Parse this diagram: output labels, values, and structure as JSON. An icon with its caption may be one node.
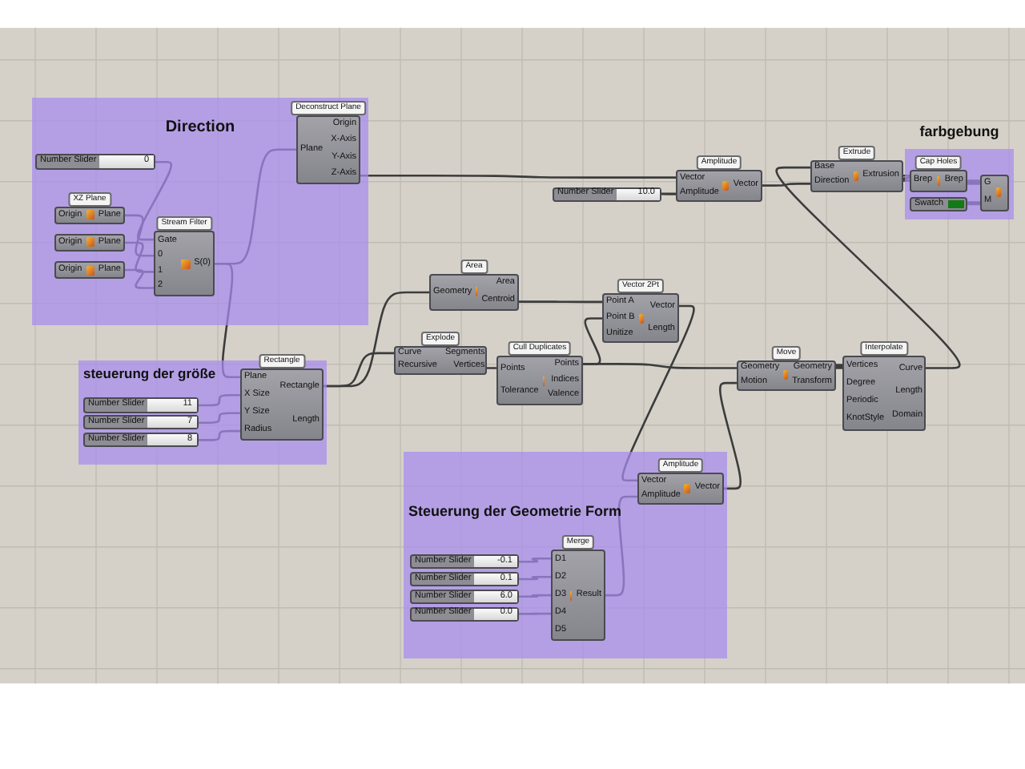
{
  "diagram": {
    "nodes": [
      {
        "text": [
          "Direction"
        ]
      },
      {
        "text": [
          "Number Slider",
          "0"
        ],
        "in": 0
      },
      {
        "text": [
          "Origin",
          "Plane"
        ],
        "in": 0,
        "beside": [
          "XZ Plane"
        ]
      },
      {
        "text": [
          "Origin",
          "Plane"
        ],
        "in": 0
      },
      {
        "text": [
          "Origin",
          "Plane"
        ],
        "in": 0
      },
      {
        "text": [
          "Gate",
          "0",
          "1",
          "2",
          "S(0)"
        ],
        "in": 0,
        "beside": [
          "Stream Filter"
        ]
      },
      {
        "text": [
          "Plane",
          "Origin",
          "X-Axis",
          "Y-Axis",
          "Z-Axis"
        ],
        "in": 0,
        "beside": [
          "Deconstruct Plane"
        ]
      },
      {
        "text": [
          "farbgebung"
        ]
      },
      {
        "text": [
          "Brep",
          "Brep"
        ],
        "in": 7,
        "beside": [
          "Cap Holes"
        ]
      },
      {
        "text": [
          "Swatch"
        ],
        "in": 7
      },
      {
        "text": [
          "G",
          "M"
        ],
        "in": 7
      },
      {
        "text": [
          "Vector",
          "Amplitude",
          "Vector"
        ],
        "beside": [
          "Amplitude"
        ]
      },
      {
        "text": [
          "Number Slider",
          "10.0"
        ]
      },
      {
        "text": [
          "Base",
          "Direction",
          "Extrusion"
        ],
        "beside": [
          "Extrude"
        ]
      },
      {
        "text": [
          "Geometry",
          "Area",
          "Centroid"
        ],
        "beside": [
          "Area"
        ]
      },
      {
        "text": [
          "Point A",
          "Point B",
          "Unitize",
          "Vector",
          "Length"
        ],
        "beside": [
          "Vector 2Pt"
        ]
      },
      {
        "text": [
          "steuerung der größe"
        ]
      },
      {
        "text": [
          "Plane",
          "X Size",
          "Y Size",
          "Radius",
          "Rectangle",
          "Length"
        ],
        "in": 16,
        "beside": [
          "Rectangle"
        ]
      },
      {
        "text": [
          "Number Slider",
          "11"
        ],
        "in": 16
      },
      {
        "text": [
          "Number Slider",
          "7"
        ],
        "in": 16
      },
      {
        "text": [
          "Number Slider",
          "8"
        ],
        "in": 16
      },
      {
        "text": [
          "Curve",
          "Recursive",
          "Segments",
          "Vertices"
        ],
        "beside": [
          "Explode"
        ]
      },
      {
        "text": [
          "Points",
          "Tolerance",
          "Points",
          "Indices",
          "Valence"
        ],
        "beside": [
          "Cull Duplicates"
        ]
      },
      {
        "text": [
          "Geometry",
          "Motion",
          "Geometry",
          "Transform"
        ],
        "beside": [
          "Move"
        ]
      },
      {
        "text": [
          "Vertices",
          "Degree",
          "Periodic",
          "KnotStyle",
          "Curve",
          "Length",
          "Domain"
        ],
        "beside": [
          "Interpolate"
        ]
      },
      {
        "text": [
          "Steuerung der Geometrie Form"
        ]
      },
      {
        "text": [
          "Vector",
          "Amplitude",
          "Vector"
        ],
        "in": 25,
        "beside": [
          "Amplitude"
        ]
      },
      {
        "text": [
          "Number Slider",
          "-0.1"
        ],
        "in": 25
      },
      {
        "text": [
          "Number Slider",
          "0.1"
        ],
        "in": 25
      },
      {
        "text": [
          "Number Slider",
          "6.0"
        ],
        "in": 25
      },
      {
        "text": [
          "Number Slider",
          "0.0"
        ],
        "in": 25
      },
      {
        "text": [
          "D1",
          "D2",
          "D3",
          "D4",
          "D5",
          "Result"
        ],
        "in": 25,
        "beside": [
          "Merge"
        ]
      }
    ],
    "edges": [
      {
        "from": 1,
        "to": 5,
        "arrow": "none"
      },
      {
        "from": 2,
        "to": 5,
        "arrow": "none"
      },
      {
        "from": 3,
        "to": 5,
        "arrow": "none"
      },
      {
        "from": 4,
        "to": 5,
        "arrow": "none"
      },
      {
        "from": 5,
        "to": 6,
        "arrow": "none"
      },
      {
        "from": 5,
        "to": 17,
        "arrow": "none"
      },
      {
        "from": 6,
        "to": 11,
        "arrow": "none"
      },
      {
        "from": 12,
        "to": 11,
        "arrow": "none"
      },
      {
        "from": 11,
        "to": 13,
        "arrow": "none"
      },
      {
        "from": 24,
        "to": 13,
        "arrow": "none"
      },
      {
        "from": 13,
        "to": 8,
        "arrow": "none"
      },
      {
        "from": 8,
        "to": 10,
        "arrow": "none"
      },
      {
        "from": 9,
        "to": 10,
        "arrow": "none"
      },
      {
        "from": 17,
        "to": 14,
        "arrow": "none"
      },
      {
        "from": 17,
        "to": 21,
        "arrow": "none"
      },
      {
        "from": 18,
        "to": 17,
        "arrow": "none"
      },
      {
        "from": 19,
        "to": 17,
        "arrow": "none"
      },
      {
        "from": 20,
        "to": 17,
        "arrow": "none"
      },
      {
        "from": 14,
        "to": 15,
        "arrow": "none"
      },
      {
        "from": 21,
        "to": 22,
        "arrow": "none"
      },
      {
        "from": 22,
        "to": 15,
        "arrow": "none"
      },
      {
        "from": 22,
        "to": 23,
        "arrow": "none"
      },
      {
        "from": 15,
        "to": 26,
        "arrow": "none"
      },
      {
        "from": 31,
        "to": 26,
        "arrow": "none"
      },
      {
        "from": 26,
        "to": 23,
        "arrow": "none"
      },
      {
        "from": 23,
        "to": 24,
        "arrow": "none"
      },
      {
        "from": 27,
        "to": 31,
        "arrow": "none"
      },
      {
        "from": 28,
        "to": 31,
        "arrow": "none"
      },
      {
        "from": 29,
        "to": 31,
        "arrow": "none"
      },
      {
        "from": 30,
        "to": 31,
        "arrow": "none"
      }
    ]
  }
}
